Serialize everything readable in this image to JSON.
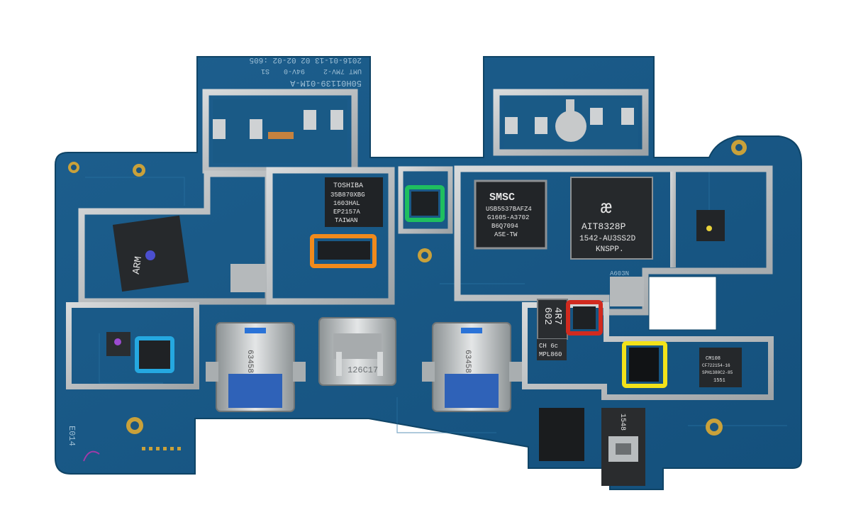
{
  "board": {
    "silkscreen_top_1": "50H01139-01M-A",
    "silkscreen_top_2": "UMT 7MV-2",
    "silkscreen_top_3": "94V-0",
    "silkscreen_top_4": "S1",
    "silkscreen_date": "2016-01-13 02 02-02 :605",
    "silkscreen_corner": "E014",
    "silkscreen_a603n": "A603N"
  },
  "chips": {
    "toshiba": {
      "line1": "TOSHIBA",
      "line2": "35B870XBG",
      "line3": "1603HAL",
      "line4": "EP2157A",
      "line5": "TAIWAN"
    },
    "smsc": {
      "line1": "SMSC",
      "line2": "USB5537BAFZ4",
      "line3": "G1605-A3702",
      "line4": "B6Q7094",
      "line5": "ASE-TW"
    },
    "ait": {
      "line1": "AIT8328P",
      "line2": "1542-AU3SS2D",
      "line3": "KNSPP."
    },
    "arm": {
      "line1": "ARM"
    },
    "inductor": {
      "line1": "4R7",
      "line2": "602"
    },
    "ch6c": {
      "line1": "CH 6c",
      "line2": "MPL860"
    },
    "right_chip": {
      "line1": "CM108",
      "line2": "CF722154-16",
      "line3": "SPH1380C2-85",
      "line4": "1551"
    }
  },
  "ports": {
    "usb_left": "63458",
    "usb_right": "63458",
    "usbc_center": "126C17",
    "audio": "1548"
  },
  "highlight_colors": {
    "green": "#1fbf5f",
    "orange": "#f08a1c",
    "red": "#d12a1f",
    "blue": "#25a8e0",
    "yellow": "#f2e21a"
  }
}
